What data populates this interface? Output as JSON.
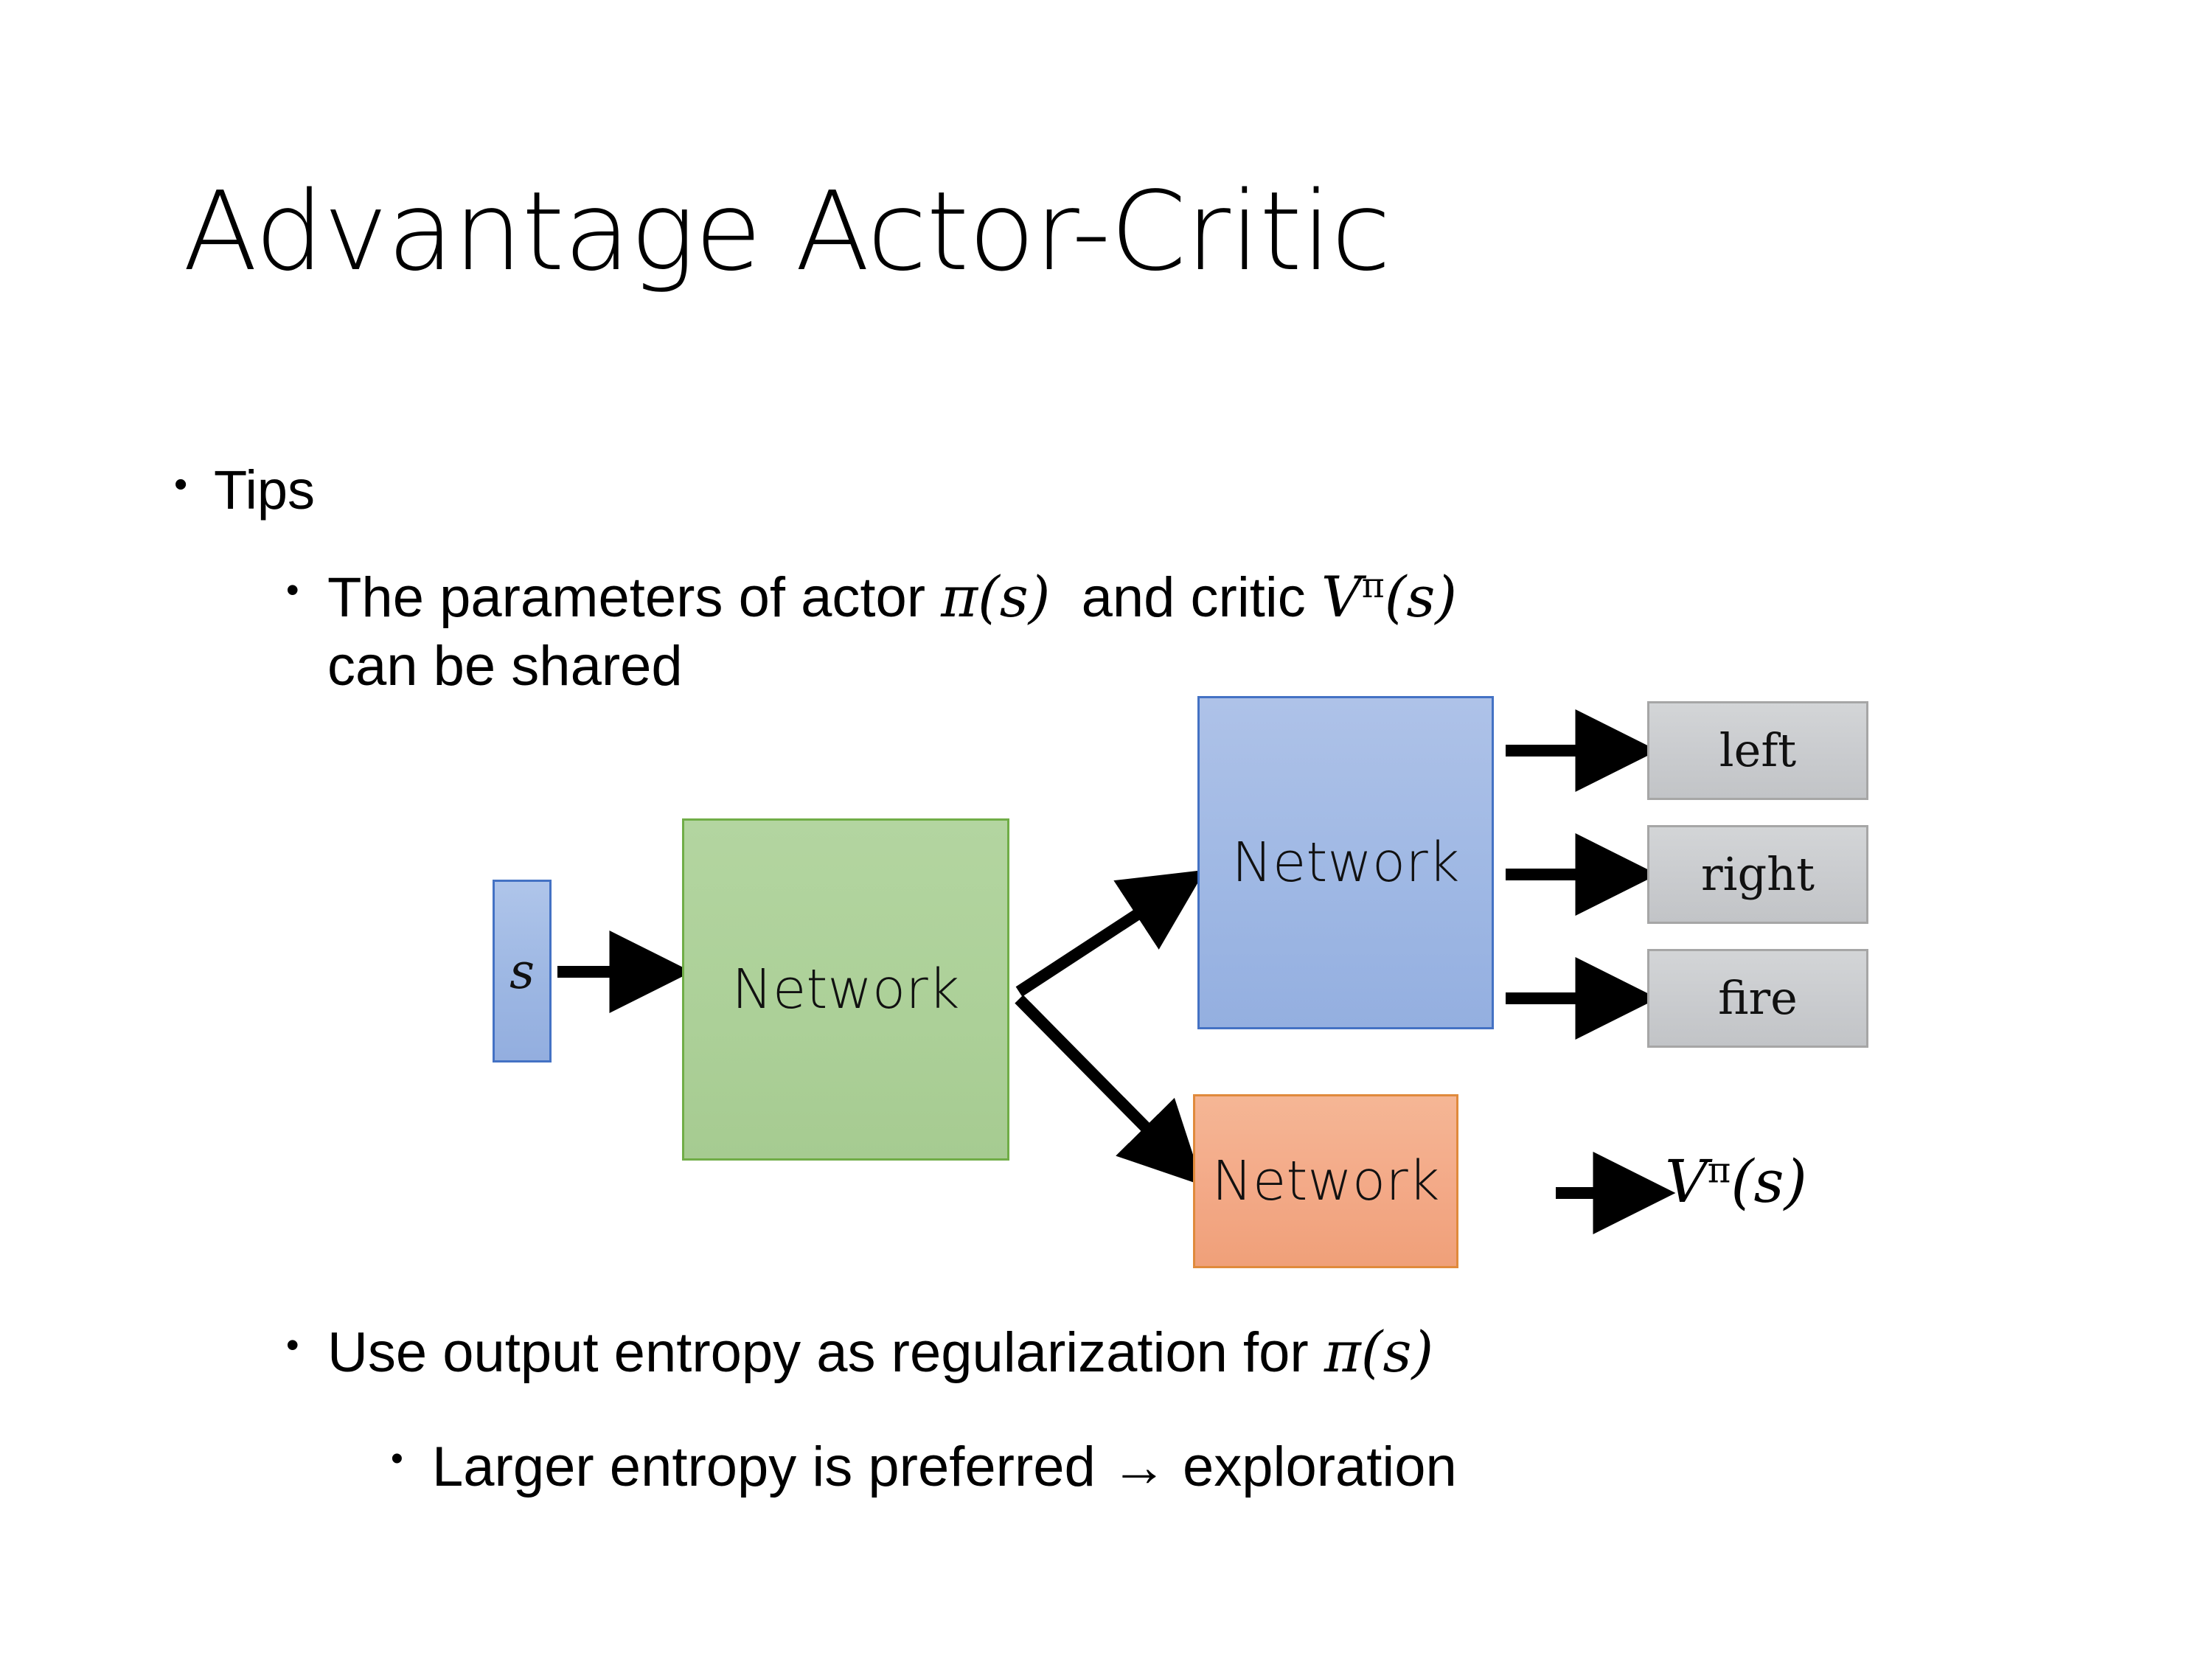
{
  "slide": {
    "title": "Advantage Actor-Critic",
    "background_color": "#FFFFFF"
  },
  "bullets": {
    "tips": {
      "marker": "•",
      "text": "Tips"
    },
    "params": {
      "marker": "•",
      "text_part1": "The parameters of actor ",
      "math_pi_s": "π(s)",
      "text_part2": "  and critic ",
      "math_v_pi_s_base": "V",
      "math_v_pi_s_sup": "π",
      "math_v_pi_s_arg": "(s)",
      "text_line2": "can be shared"
    },
    "entropy": {
      "marker": "•",
      "text_part1": "Use output entropy as regularization for ",
      "math_pi_s": "π(s)"
    },
    "larger": {
      "marker": "•",
      "text": "Larger entropy is preferred → exploration"
    }
  },
  "diagram": {
    "input_node": {
      "label": "s",
      "fill_color": "#9DB7E3",
      "border_color": "#4472C4"
    },
    "shared_network": {
      "label": "Network",
      "fill_color": "#ACD098",
      "border_color": "#70AD47"
    },
    "actor_network": {
      "label": "Network",
      "fill_color": "#9FB8E4",
      "border_color": "#4472C4"
    },
    "critic_network": {
      "label": "Network",
      "fill_color": "#F3A987",
      "border_color": "#E08A3C"
    },
    "actions": [
      {
        "label": "left",
        "fill_color": "#CACCCF",
        "border_color": "#A6A6A6"
      },
      {
        "label": "right",
        "fill_color": "#CACCCF",
        "border_color": "#A6A6A6"
      },
      {
        "label": "fire",
        "fill_color": "#CACCCF",
        "border_color": "#A6A6A6"
      }
    ],
    "critic_output": {
      "base": "V",
      "superscript": "π",
      "argument": "(s)"
    },
    "arrow_color": "#000000"
  }
}
